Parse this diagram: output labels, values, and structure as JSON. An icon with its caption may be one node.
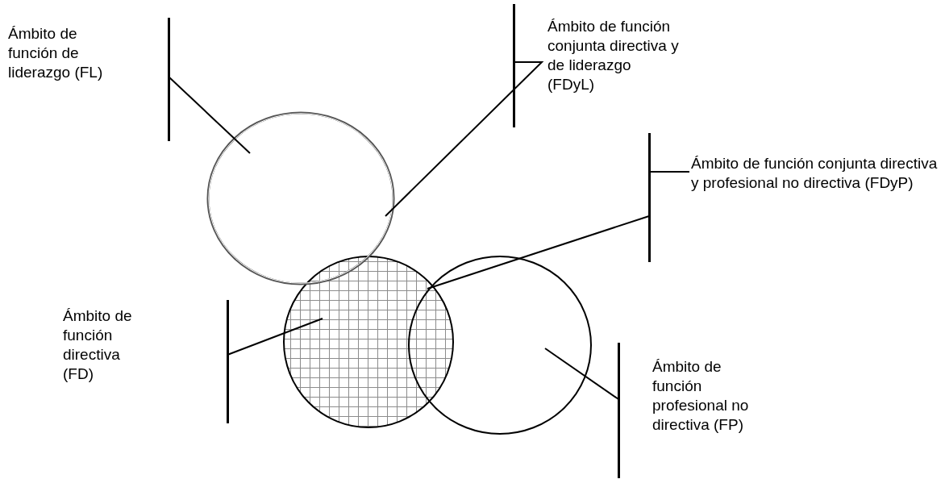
{
  "diagram": {
    "nodes": [
      {
        "text": [
          "Ámbito de función de liderazgo (FL)"
        ]
      },
      {
        "text": [
          "Ámbito de función conjunta directiva y de liderazgo (FDyL)"
        ]
      },
      {
        "text": [
          "Ámbito de función conjunta directiva y profesional no directiva (FDyP)"
        ]
      },
      {
        "text": [
          "Ámbito de función directiva (FD)"
        ]
      },
      {
        "text": [
          "Ámbito de función profesional no directiva (FP)"
        ]
      },
      {
        "text": [],
        "shape": "circle"
      },
      {
        "text": [],
        "shape": "circle"
      },
      {
        "text": [],
        "shape": "circle"
      }
    ],
    "edges": [
      {
        "from": 0,
        "to": 5,
        "arrow": "none"
      },
      {
        "from": 1,
        "to": 5,
        "arrow": "none"
      },
      {
        "from": 2,
        "to": 6,
        "arrow": "none"
      },
      {
        "from": 3,
        "to": 6,
        "arrow": "none"
      },
      {
        "from": 4,
        "to": 7,
        "arrow": "none"
      }
    ]
  }
}
